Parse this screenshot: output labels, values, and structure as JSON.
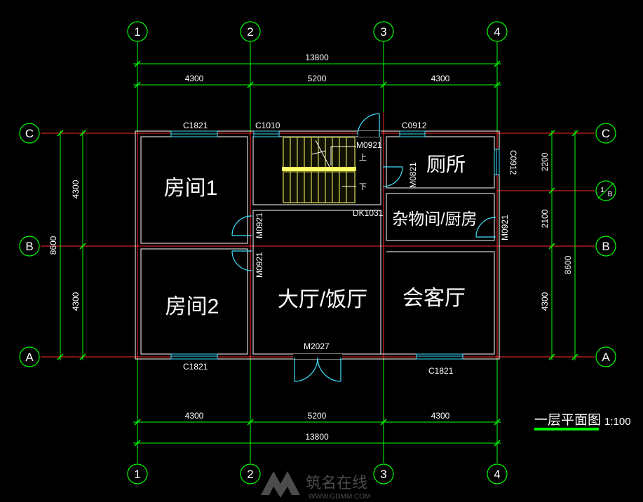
{
  "colors": {
    "background": "#000000",
    "wall": "#ffffff",
    "axis": "#ff2a2a",
    "dimension": "#00ff00",
    "grid_bubble": "#00ff00",
    "window": "#41e0ff",
    "door": "#41e0ff",
    "stair_fill": "#ffff66",
    "text": "#ffffff",
    "title_underline": "#00ff00"
  },
  "grid": {
    "vertical": [
      "1",
      "2",
      "3",
      "4"
    ],
    "horizontal": [
      "C",
      "B",
      "A"
    ],
    "sub_axis": {
      "num": "1",
      "den": "B"
    }
  },
  "dimensions": {
    "top_total": "13800",
    "bottom_total": "13800",
    "top_spans": [
      "4300",
      "5200",
      "4300"
    ],
    "bottom_spans": [
      "4300",
      "5200",
      "4300"
    ],
    "left_spans": [
      "4300",
      "4300"
    ],
    "left_total": "8600",
    "right_spans": [
      "2200",
      "2100",
      "4300"
    ],
    "right_total": "8600"
  },
  "rooms": {
    "room1": "房间1",
    "room2": "房间2",
    "toilet": "厕所",
    "storage_kitchen": "杂物间/厨房",
    "hall_dining": "大厅/饭厅",
    "reception": "会客厅"
  },
  "openings": {
    "win_c1821_top": "C1821",
    "win_c1010": "C1010",
    "win_c0912_top": "C0912",
    "win_c0912_side": "C0912",
    "win_c1821_bottom_left": "C1821",
    "win_c1821_bottom_right": "C1821",
    "door_m0921_stair": "M0921",
    "door_m0821": "M0821",
    "door_m0921_room1": "M0921",
    "door_m0921_room2": "M0921",
    "door_m0921_kitchen": "M0921",
    "door_m2027": "M2027",
    "opening_dk1031": "DK1031"
  },
  "stair": {
    "up": "上",
    "down": "下"
  },
  "title": {
    "name": "一层平面图",
    "scale": "1:100"
  },
  "watermark": {
    "brand": "筑名在线",
    "url": "WWW.GDMM.COM"
  }
}
